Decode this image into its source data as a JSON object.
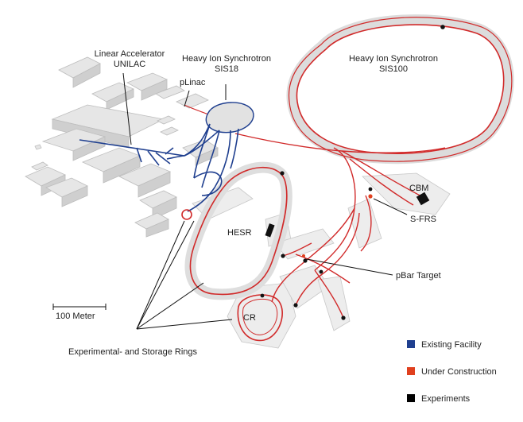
{
  "labels": {
    "unilac_line1": "Linear Accelerator",
    "unilac_line2": "UNILAC",
    "sis18_line1": "Heavy Ion Synchrotron",
    "sis18_line2": "SIS18",
    "plinac": "pLinac",
    "sis100_line1": "Heavy Ion Synchrotron",
    "sis100_line2": "SIS100",
    "cbm": "CBM",
    "sfrs": "S-FRS",
    "hesr": "HESR",
    "pbar": "pBar Target",
    "cr": "CR",
    "scale": "100 Meter",
    "rings": "Experimental- and Storage Rings"
  },
  "legend": [
    {
      "label": "Existing Facility",
      "color": "#1f3f8f"
    },
    {
      "label": "Under Construction",
      "color": "#e0401e"
    },
    {
      "label": "Experiments",
      "color": "#000000"
    }
  ]
}
